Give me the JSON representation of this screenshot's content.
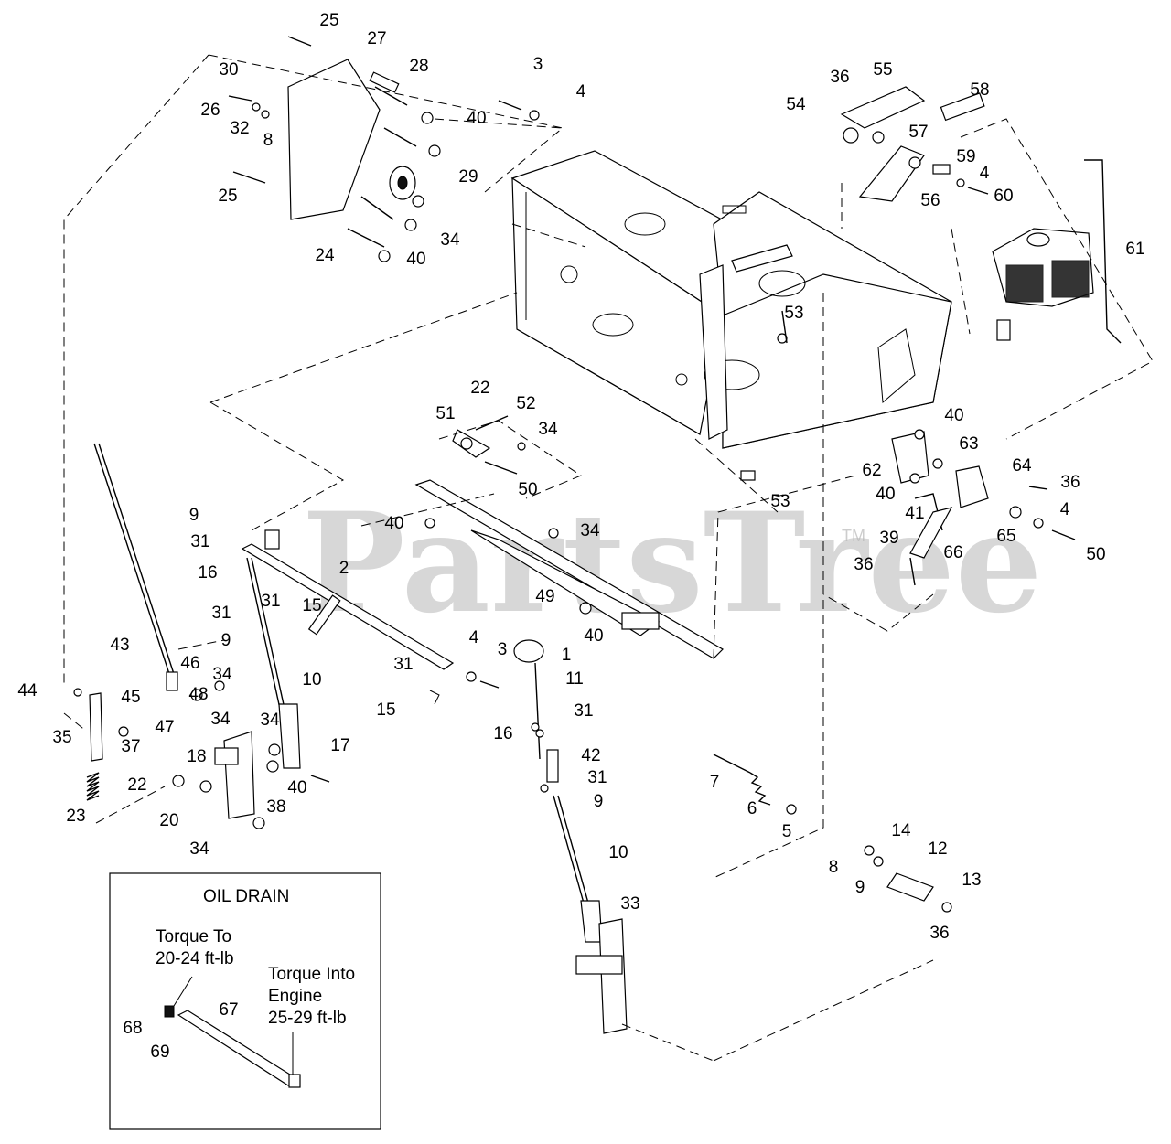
{
  "watermark": {
    "brand": "PartsTree",
    "trademark": "TM"
  },
  "inset": {
    "title": "OIL DRAIN",
    "notes": [
      {
        "id": "torque-to",
        "lines": [
          "Torque To",
          "20-24 ft-lb"
        ]
      },
      {
        "id": "torque-into",
        "lines": [
          "Torque Into",
          "Engine",
          "25-29 ft-lb"
        ]
      }
    ]
  },
  "callouts": [
    "25",
    "27",
    "28",
    "30",
    "26",
    "32",
    "8",
    "40",
    "3",
    "4",
    "29",
    "25",
    "34",
    "24",
    "40",
    "36",
    "55",
    "58",
    "54",
    "57",
    "59",
    "4",
    "60",
    "56",
    "61",
    "53",
    "22",
    "52",
    "51",
    "34",
    "50",
    "53",
    "40",
    "62",
    "63",
    "64",
    "36",
    "40",
    "41",
    "4",
    "65",
    "66",
    "39",
    "50",
    "36",
    "9",
    "31",
    "16",
    "2",
    "40",
    "34",
    "49",
    "31",
    "15",
    "31",
    "9",
    "40",
    "43",
    "46",
    "10",
    "34",
    "48",
    "44",
    "45",
    "34",
    "47",
    "35",
    "37",
    "34",
    "18",
    "38",
    "40",
    "17",
    "22",
    "23",
    "20",
    "34",
    "4",
    "3",
    "31",
    "15",
    "1",
    "11",
    "31",
    "16",
    "42",
    "31",
    "9",
    "10",
    "7",
    "6",
    "5",
    "14",
    "12",
    "8",
    "9",
    "13",
    "36",
    "33",
    "67",
    "68",
    "69"
  ]
}
